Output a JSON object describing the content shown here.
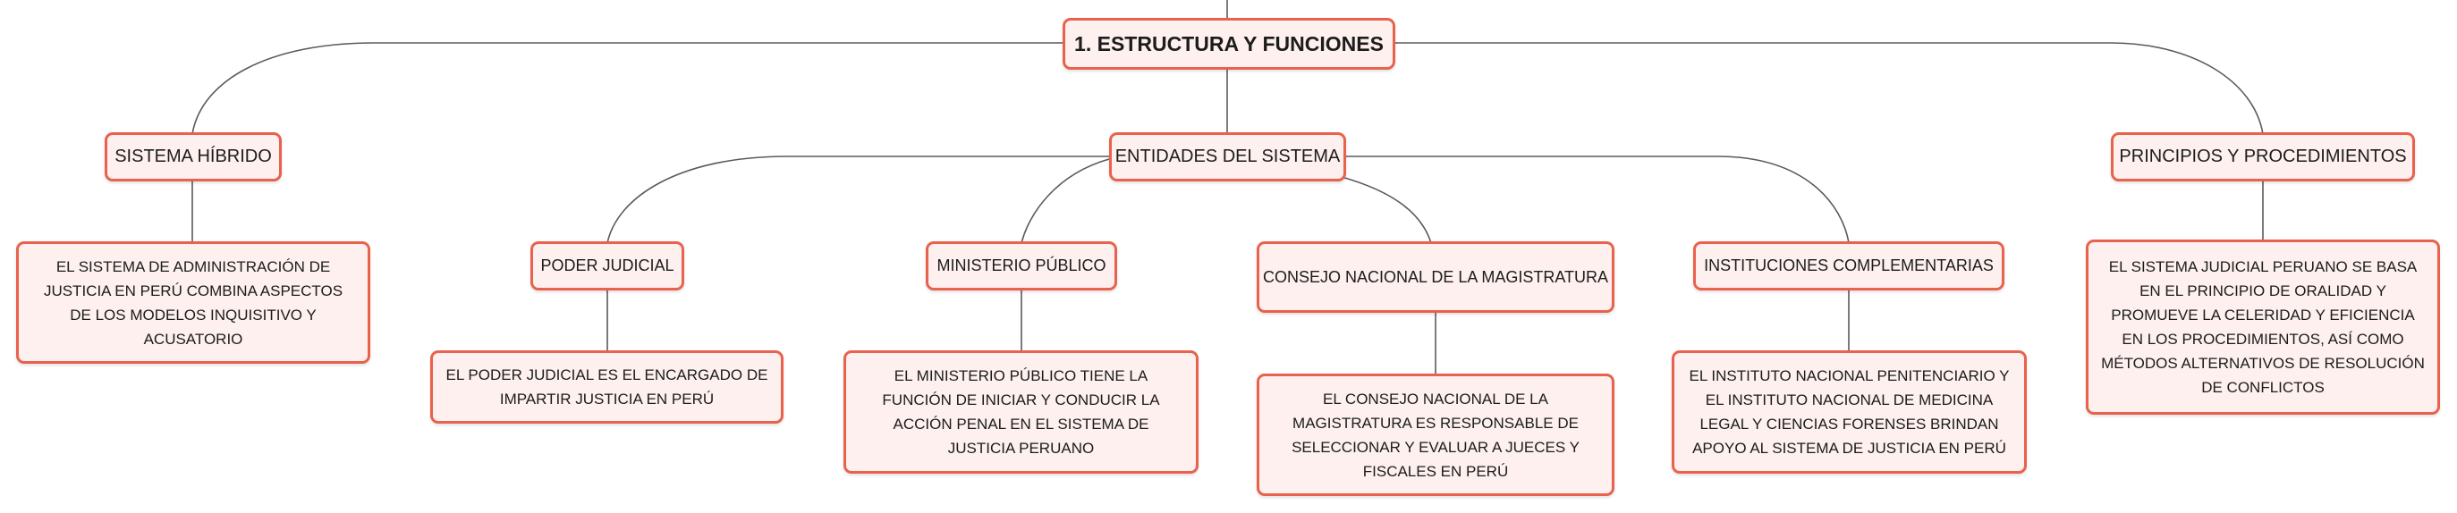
{
  "root": {
    "label": "1. ESTRUCTURA Y FUNCIONES"
  },
  "branches": {
    "hibrido": {
      "label": "SISTEMA HÍBRIDO",
      "detail": "EL SISTEMA DE ADMINISTRACIÓN DE JUSTICIA EN PERÚ COMBINA ASPECTOS DE LOS MODELOS INQUISITIVO Y ACUSATORIO"
    },
    "entidades": {
      "label": "ENTIDADES DEL SISTEMA",
      "children": {
        "poder": {
          "label": "PODER JUDICIAL",
          "detail": "EL PODER JUDICIAL ES EL ENCARGADO DE IMPARTIR JUSTICIA EN PERÚ"
        },
        "ministerio": {
          "label": "MINISTERIO PÚBLICO",
          "detail": "EL MINISTERIO PÚBLICO TIENE LA FUNCIÓN DE INICIAR Y CONDUCIR LA ACCIÓN PENAL EN EL SISTEMA DE JUSTICIA PERUANO"
        },
        "consejo": {
          "label": "CONSEJO NACIONAL DE LA MAGISTRATURA",
          "detail": "EL CONSEJO NACIONAL DE LA MAGISTRATURA ES RESPONSABLE DE SELECCIONAR Y EVALUAR A JUECES Y FISCALES EN PERÚ"
        },
        "complementarias": {
          "label": "INSTITUCIONES COMPLEMENTARIAS",
          "detail": "EL INSTITUTO NACIONAL PENITENCIARIO Y EL INSTITUTO NACIONAL DE MEDICINA LEGAL Y CIENCIAS FORENSES BRINDAN APOYO AL SISTEMA DE JUSTICIA EN PERÚ"
        }
      }
    },
    "principios": {
      "label": "PRINCIPIOS Y PROCEDIMIENTOS",
      "detail": "EL SISTEMA JUDICIAL PERUANO SE BASA EN EL PRINCIPIO DE ORALIDAD Y PROMUEVE LA CELERIDAD Y EFICIENCIA EN LOS PROCEDIMIENTOS, ASÍ COMO MÉTODOS ALTERNATIVOS DE RESOLUCIÓN DE CONFLICTOS"
    }
  },
  "colors": {
    "border": "#e8624d",
    "fill": "#fdf0ee",
    "line": "#555555"
  }
}
